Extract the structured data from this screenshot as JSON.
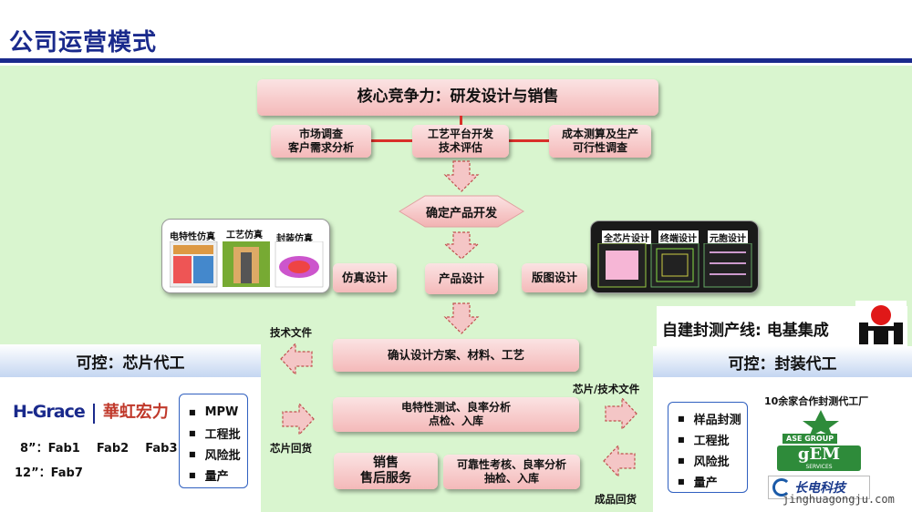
{
  "title": "公司运营模式",
  "core": "核心竞争力：研发设计与销售",
  "research": {
    "market": [
      "市场调查",
      "客户需求分析"
    ],
    "platform": [
      "工艺平台开发",
      "技术评估"
    ],
    "cost": [
      "成本测算及生产",
      "可行性调查"
    ]
  },
  "confirm_dev": "确定产品开发",
  "sim_card": {
    "labels": [
      "电特性仿真",
      "工艺仿真",
      "封装仿真"
    ]
  },
  "layout_card": {
    "labels": [
      "全芯片设计",
      "终端设计",
      "元胞设计"
    ]
  },
  "sim_design": "仿真设计",
  "product_design": "产品设计",
  "layout_design": "版图设计",
  "confirm_plan": "确认设计方案、材料、工艺",
  "test_lines": [
    "电特性测试、良率分析",
    "点检、入库"
  ],
  "sales_lines": [
    "销售",
    "售后服务"
  ],
  "reliability_lines": [
    "可靠性考核、良率分析",
    "抽检、入库"
  ],
  "left_panel": {
    "title": "可控：芯片代工",
    "logo_en": "H-Grace",
    "logo_cn": "華虹宏力",
    "fab8": "8”：Fab1    Fab2    Fab3",
    "fab12": "12”：Fab7",
    "items": [
      "MPW",
      "工程批",
      "风险批",
      "量产"
    ]
  },
  "right_panel": {
    "brand_title": "自建封测产线: 电基集成",
    "title": "可控：封装代工",
    "items": [
      "样品封测",
      "工程批",
      "风险批",
      "量产"
    ],
    "partner_text": "10余家合作封测代工厂",
    "partners": [
      "ASE GROUP",
      "gEM",
      "SERVICES",
      "长电科技"
    ]
  },
  "flows": {
    "tech_doc": "技术文件",
    "chip_return": "芯片回货",
    "chip_tech_doc": "芯片/技术文件",
    "product_return": "成品回货"
  },
  "watermark": "jinghuagongju.com",
  "colors": {
    "title_blue": "#1a2a8c",
    "bg_green": "#d9f5cf",
    "line_red": "#d9302a",
    "pink": "#f4b9b9"
  }
}
